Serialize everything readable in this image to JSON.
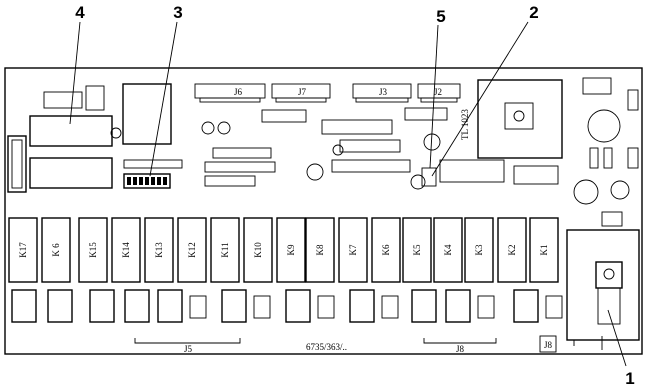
{
  "callouts": [
    "1",
    "2",
    "3",
    "4",
    "5"
  ],
  "relays": [
    "K17",
    "K 6",
    "K15",
    "K14",
    "K13",
    "K12",
    "K11",
    "K10",
    "K9",
    "K8",
    "K7",
    "K6",
    "K5",
    "K4",
    "K3",
    "K2",
    "K1"
  ],
  "connector_labels": [
    "J6",
    "J7",
    "J3",
    "J2"
  ],
  "board_text": {
    "part_number": "6735/363/..",
    "chip_label": "TL 1023",
    "bottom_left_label": "J5",
    "bottom_mid_label": "J8",
    "corner_label": "J8"
  }
}
